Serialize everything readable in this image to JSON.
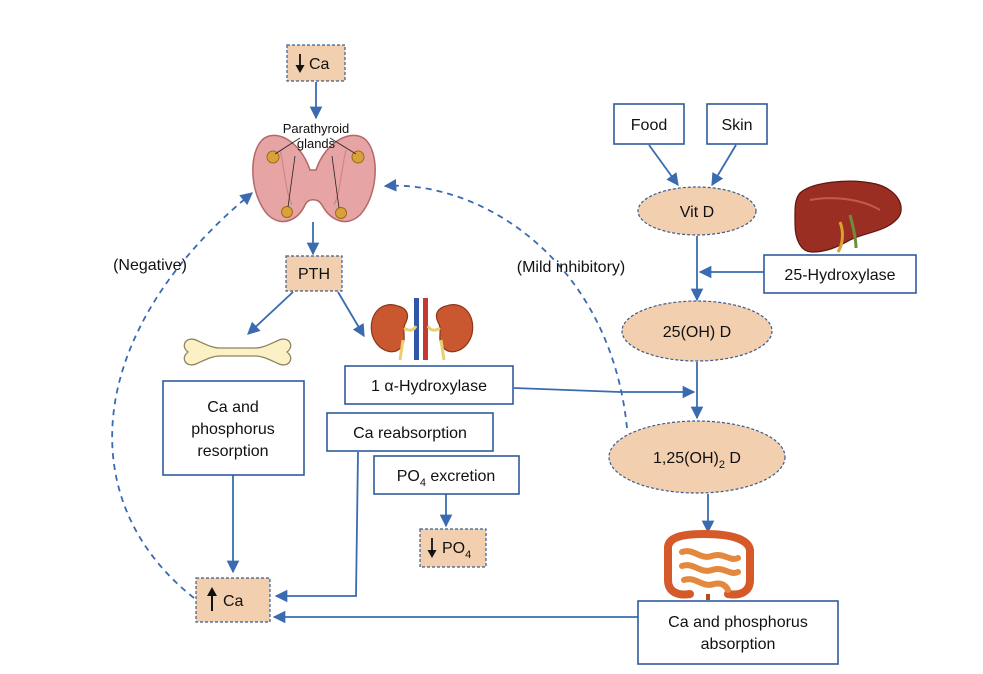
{
  "nodes": {
    "low_ca": "Ca",
    "parathyroid": "Parathyroid\nglands",
    "pth": "PTH",
    "food": "Food",
    "skin": "Skin",
    "vit_d": "Vit D",
    "hydroxylase_25": "25-Hydroxylase",
    "oh_25_d": "25(OH) D",
    "alpha_hydroxylase": "1 α-Hydroxylase",
    "ca_phos_resorption": "Ca and\nphosphorus\nresorption",
    "ca_reabsorption": "Ca reabsorption",
    "po4_excretion_base": "PO",
    "po4_excretion_sub": "4",
    "po4_excretion_rest": " excretion",
    "low_po4_base": "PO",
    "low_po4_sub": "4",
    "dihydroxy_d_base": "1,25(OH)",
    "dihydroxy_d_sub": "2",
    "dihydroxy_d_rest": " D",
    "high_ca": "Ca",
    "ca_phos_absorption": "Ca and phosphorus\nabsorption"
  },
  "edge_labels": {
    "negative": "(Negative)",
    "mild_inhibitory": "(Mild inhibitory)"
  },
  "icons": [
    "thyroid-icon",
    "bone-icon",
    "kidney-icon",
    "liver-icon",
    "intestine-icon",
    "arrow-down-icon",
    "arrow-up-icon"
  ],
  "colors": {
    "arrow": "#3a6bb0",
    "box_border": "#2f5b9c",
    "tan_fill": "#f2cfae"
  }
}
